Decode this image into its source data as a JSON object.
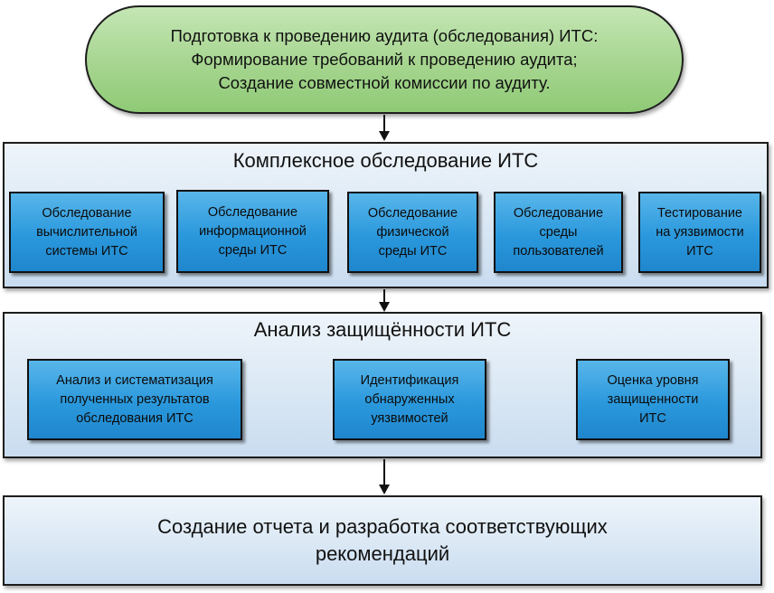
{
  "prep": {
    "line1": "Подготовка к проведению аудита (обследования) ИТС:",
    "line2": "Формирование требований к проведению аудита;",
    "line3": "Создание совместной комиссии по аудиту."
  },
  "survey": {
    "title": "Комплексное обследование ИТС",
    "boxes": [
      {
        "lines": [
          "Обследование",
          "вычислительной",
          "системы ИТС"
        ]
      },
      {
        "lines": [
          "Обследование",
          "информационной",
          "среды ИТС"
        ]
      },
      {
        "lines": [
          "Обследование",
          "физической",
          "среды ИТС"
        ]
      },
      {
        "lines": [
          "Обследование",
          "среды",
          "пользователей"
        ]
      },
      {
        "lines": [
          "Тестирование",
          "на уязвимости",
          "ИТС"
        ]
      }
    ]
  },
  "analysis": {
    "title": "Анализ защищённости ИТС",
    "boxes": [
      {
        "lines": [
          "Анализ и систематизация",
          "полученных результатов",
          "обследования ИТС"
        ]
      },
      {
        "lines": [
          "Идентификация",
          "обнаруженных",
          "уязвимостей"
        ]
      },
      {
        "lines": [
          "Оценка уровня",
          "защищенности",
          "ИТС"
        ]
      }
    ]
  },
  "report": {
    "line1": "Создание отчета и разработка соответствующих",
    "line2": "рекомендаций"
  }
}
